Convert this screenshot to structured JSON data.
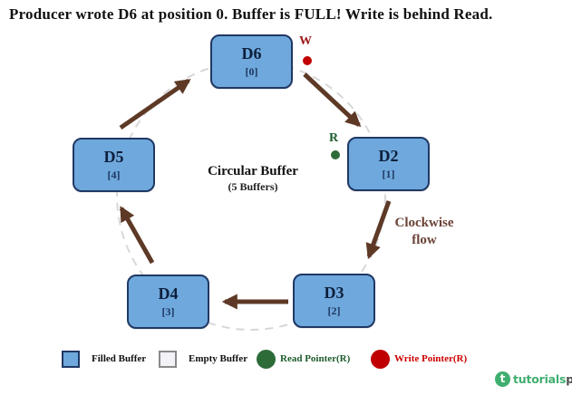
{
  "title": "Producer wrote D6 at position 0. Buffer is FULL! Write is behind Read.",
  "center": {
    "title": "Circular Buffer",
    "subtitle": "(5 Buffers)"
  },
  "flow_label": {
    "line1": "Clockwise",
    "line2": "flow"
  },
  "pointers": {
    "write": {
      "label": "W"
    },
    "read": {
      "label": "R"
    }
  },
  "buffers": [
    {
      "name": "D6",
      "index": "[0]"
    },
    {
      "name": "D2",
      "index": "[1]"
    },
    {
      "name": "D3",
      "index": "[2]"
    },
    {
      "name": "D4",
      "index": "[3]"
    },
    {
      "name": "D5",
      "index": "[4]"
    }
  ],
  "legend": {
    "items": [
      {
        "label": "Filled Buffer"
      },
      {
        "label": "Empty Buffer"
      },
      {
        "label": "Read Pointer(R)"
      },
      {
        "label": "Write Pointer(R)"
      }
    ]
  },
  "logo": {
    "icon": "t",
    "text_green": "tutorials",
    "text_dark": "point"
  },
  "colors": {
    "buffer_fill": "#6fa8dc",
    "buffer_border": "#1f3864",
    "empty_fill": "#f2f2f7",
    "arrow_brown": "#5d3926",
    "flow_text_brown": "#6b4236",
    "read_green": "#2d6b39",
    "read_text_green": "#1e5c2c",
    "write_red": "#c00000",
    "write_text_red": "#cc0000",
    "dashed_circle_gray": "#d8d8d8",
    "logo_green": "#3fae6e"
  }
}
